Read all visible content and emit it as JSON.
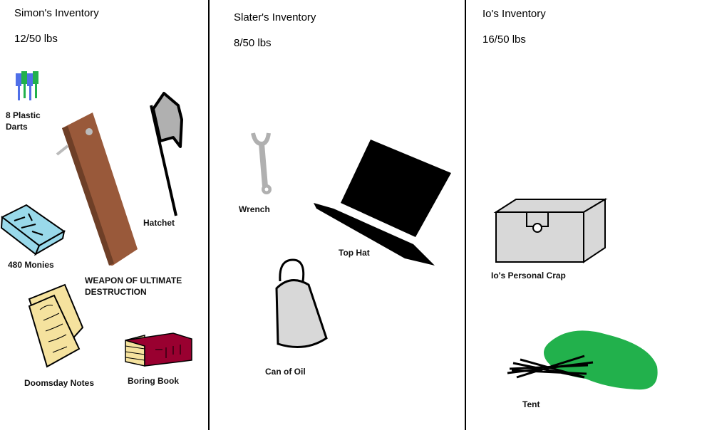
{
  "inventories": [
    {
      "title": "Simon's Inventory",
      "weight": "12/50 lbs",
      "items": [
        "8 Plastic Darts",
        "480 Monies",
        "WEAPON OF ULTIMATE DESTRUCTION",
        "Hatchet",
        "Doomsday Notes",
        "Boring Book"
      ]
    },
    {
      "title": "Slater's Inventory",
      "weight": "8/50 lbs",
      "items": [
        "Wrench",
        "Top Hat",
        "Can of Oil"
      ]
    },
    {
      "title": "Io's Inventory",
      "weight": "16/50 lbs",
      "items": [
        "Io's Personal Crap",
        "Tent"
      ]
    }
  ]
}
